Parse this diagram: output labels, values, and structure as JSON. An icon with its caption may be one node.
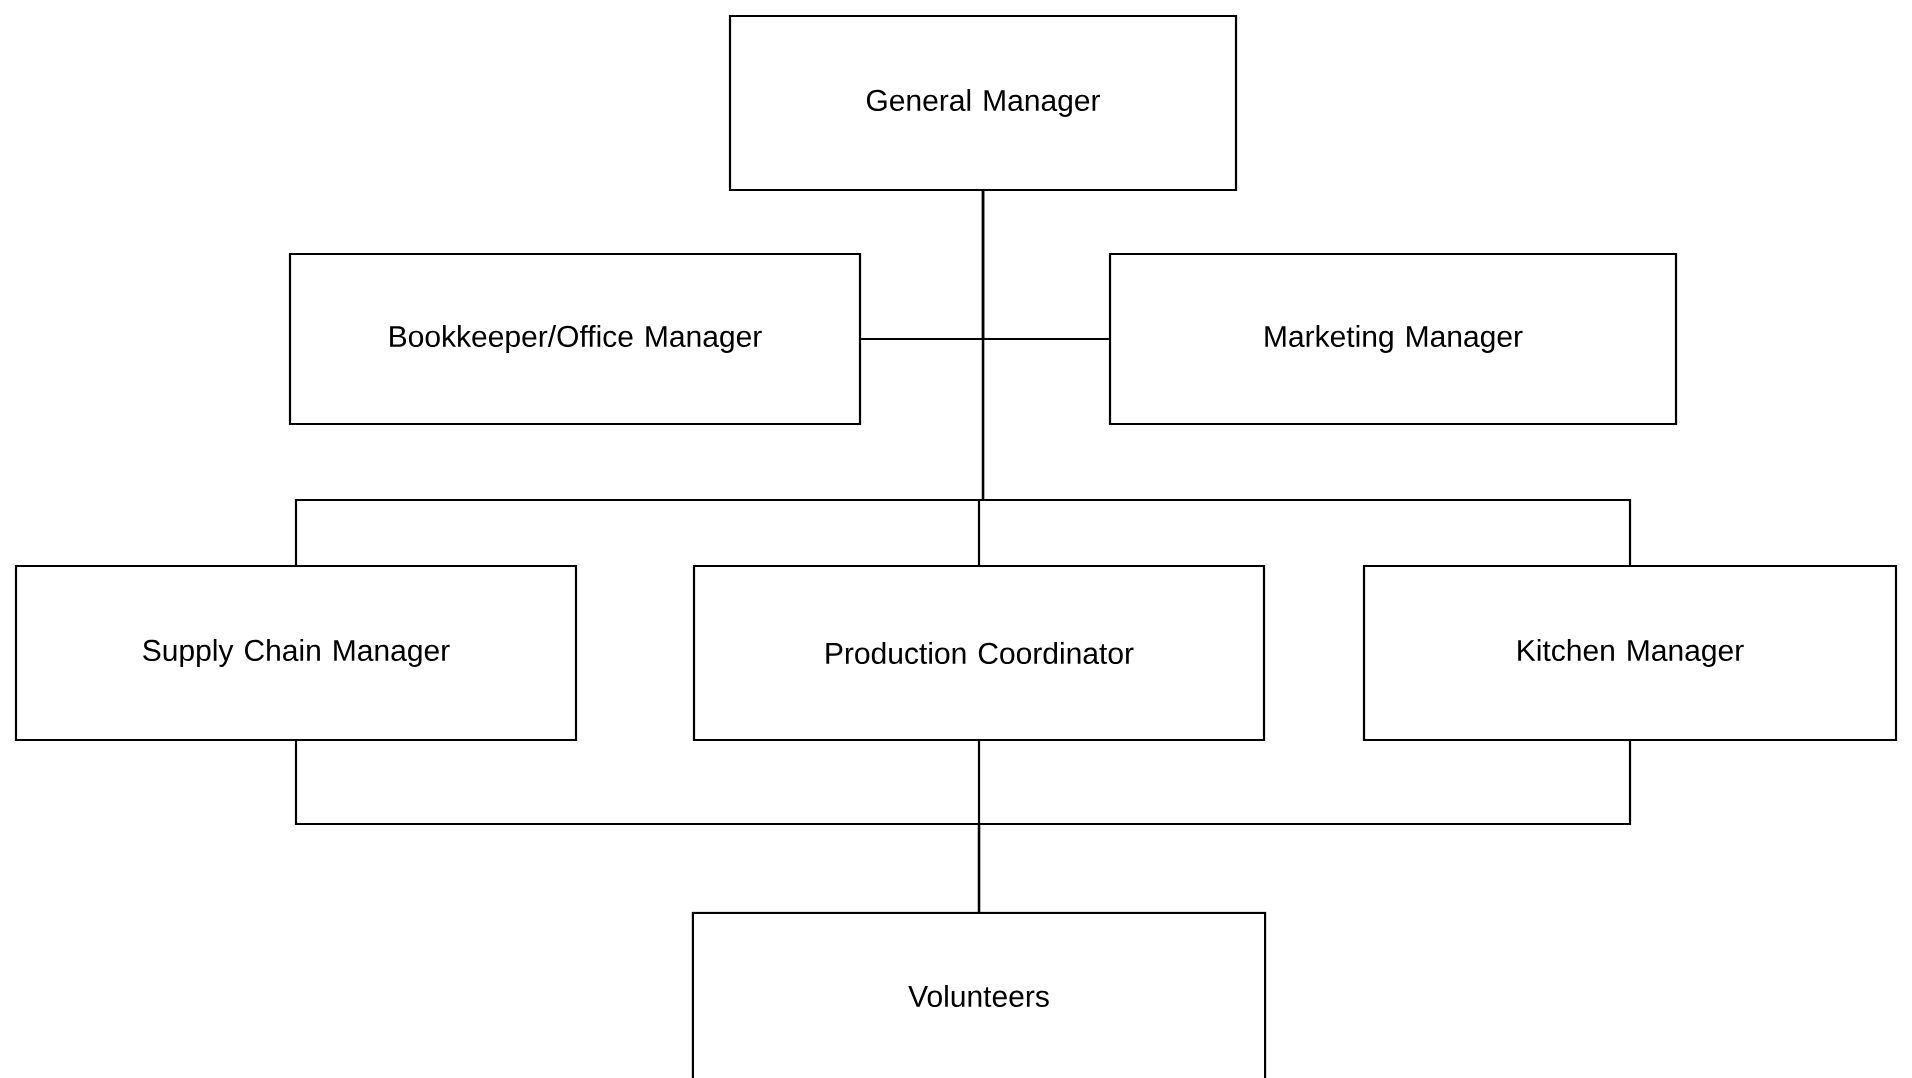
{
  "diagram": {
    "nodes": [
      {
        "text": [
          "General Manager"
        ]
      },
      {
        "text": [
          "Bookkeeper/Office Manager"
        ]
      },
      {
        "text": [
          "Marketing Manager"
        ]
      },
      {
        "text": [
          "Supply Chain Manager"
        ]
      },
      {
        "text": [
          "Production Coordinator"
        ]
      },
      {
        "text": [
          "Kitchen Manager"
        ]
      },
      {
        "text": [
          "Volunteers"
        ]
      }
    ],
    "edges": [
      {
        "from": 0,
        "to": 1,
        "arrow": "none"
      },
      {
        "from": 0,
        "to": 2,
        "arrow": "none"
      },
      {
        "from": 0,
        "to": 3,
        "arrow": "none"
      },
      {
        "from": 0,
        "to": 4,
        "arrow": "none"
      },
      {
        "from": 0,
        "to": 5,
        "arrow": "none"
      },
      {
        "from": 3,
        "to": 6,
        "arrow": "none"
      },
      {
        "from": 4,
        "to": 6,
        "arrow": "none"
      },
      {
        "from": 5,
        "to": 6,
        "arrow": "none"
      }
    ]
  }
}
